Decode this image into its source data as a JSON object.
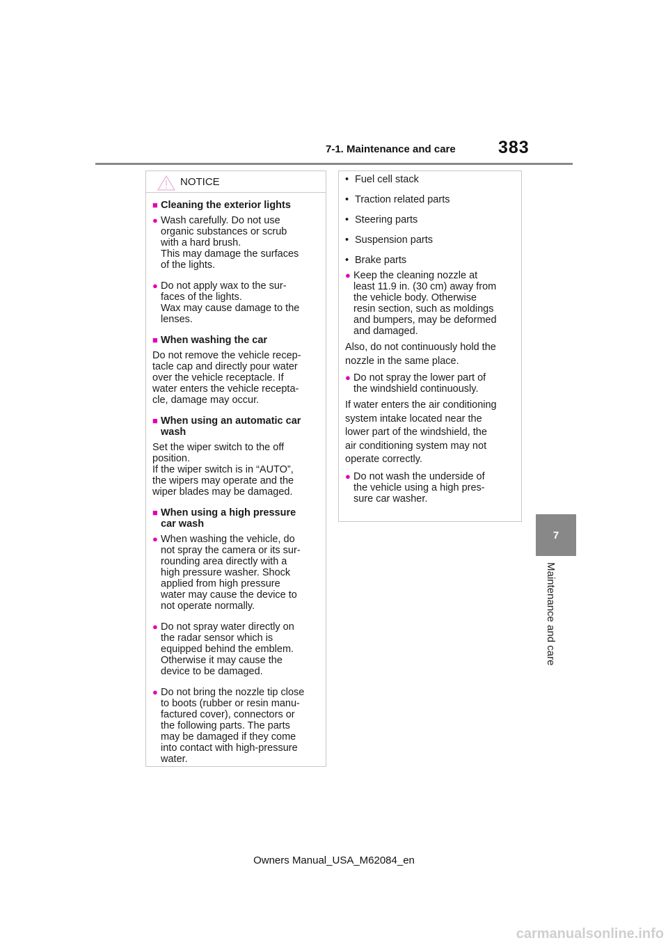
{
  "header": {
    "section": "7-1. Maintenance and care",
    "page_number": "383"
  },
  "side_tab": {
    "number": "7",
    "label": "Maintenance and care"
  },
  "notice": {
    "title": "NOTICE",
    "icon": "warning-triangle-icon",
    "left": {
      "sections": [
        {
          "heading": "Cleaning the exterior lights",
          "items": [
            {
              "text": "Wash carefully. Do not use\norganic substances or scrub\nwith a hard brush.\nThis may damage the surfaces\nof the lights."
            },
            {
              "text": "Do not apply wax to the sur-\nfaces of the lights.\nWax may cause damage to the\nlenses."
            }
          ]
        },
        {
          "heading": "When washing the car",
          "paragraph": "Do not remove the vehicle recep-\ntacle cap and directly pour water\nover the vehicle receptacle. If\nwater enters the vehicle recepta-\ncle, damage may occur."
        },
        {
          "heading": "When using an automatic car\nwash",
          "paragraph": "Set the wiper switch to the off\nposition.\nIf the wiper switch is in “AUTO”,\nthe wipers may operate and the\nwiper blades may be damaged."
        },
        {
          "heading": "When using a high pressure\ncar wash",
          "items": [
            {
              "text": "When washing the vehicle, do\nnot spray the camera or its sur-\nrounding area directly with a\nhigh pressure washer. Shock\napplied from high pressure\nwater may cause the device to\nnot operate normally."
            },
            {
              "text": "Do not spray water directly on\nthe radar sensor which is\nequipped behind the emblem.\nOtherwise it may cause the\ndevice to be damaged."
            },
            {
              "text": "Do not bring the nozzle tip close\nto boots (rubber or resin manu-\nfactured cover), connectors or\nthe following parts. The parts\nmay be damaged if they come\ninto contact with high-pressure\nwater."
            }
          ]
        }
      ]
    },
    "right": {
      "parts": [
        "Fuel cell stack",
        "Traction related parts",
        "Steering parts",
        "Suspension parts",
        "Brake parts"
      ],
      "item_nozzle": "Keep the cleaning nozzle at\nleast 11.9 in. (30 cm) away from\nthe vehicle body. Otherwise\nresin section, such as moldings\nand bumpers, may be deformed\nand damaged.",
      "para_nozzle": "Also, do not continuously hold the\nnozzle in the same place.",
      "item_windshield": "Do not spray the lower part of\nthe windshield continuously.",
      "para_windshield": "If water enters the air conditioning\nsystem intake located near the\nlower part of the windshield, the\nair conditioning system may not\noperate correctly.",
      "item_underside": "Do not wash the underside of\nthe vehicle using a high pres-\nsure car washer."
    }
  },
  "footer": {
    "manual": "Owners Manual_USA_M62084_en"
  },
  "watermark": "carmanualsonline.info",
  "colors": {
    "accent": "#e000b8",
    "rule": "#888888",
    "border": "#c8c8c8"
  }
}
